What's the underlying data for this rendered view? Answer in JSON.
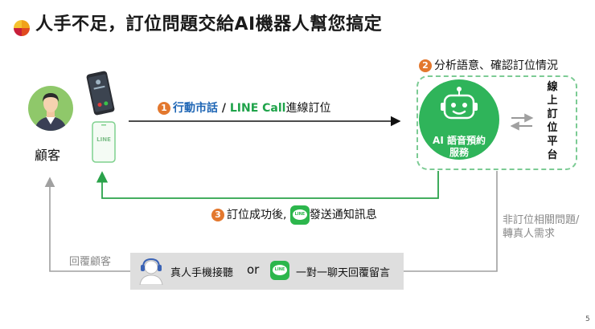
{
  "title": "人手不足，訂位問題交給AI機器人幫您搞定",
  "customer_label": "顧客",
  "phone_line_label": "LINE",
  "step1": {
    "num": "1",
    "part1": "行動市話",
    "sep": " / ",
    "part2": "LINE Call",
    "part3": "進線訂位"
  },
  "step2": {
    "num": "2",
    "text": "分析語意、確認訂位情況"
  },
  "step3": {
    "num": "3",
    "text_before": "訂位成功後,",
    "text_after": "發送通知訊息",
    "line_badge": "LINE"
  },
  "bot_label_line1": "AI 語音預約",
  "bot_label_line2": "服務",
  "platform_label": "線上訂位平台",
  "non_booking_label": "非訂位相關問題/\n轉真人需求",
  "reply_customer_label": "回覆顧客",
  "bar": {
    "left_text": "真人手機接聽",
    "or_text": "or",
    "right_text": "一對一聊天回覆留言",
    "line_badge": "LINE"
  },
  "page_number": "5",
  "colors": {
    "accent_orange": "#e3782e",
    "line_green": "#2cb64c",
    "bot_green": "#2fb45a",
    "blue_text": "#1f66b5",
    "arrow_dark": "#111111",
    "arrow_green": "#2aa24a",
    "arrow_grey": "#a0a0a0"
  }
}
